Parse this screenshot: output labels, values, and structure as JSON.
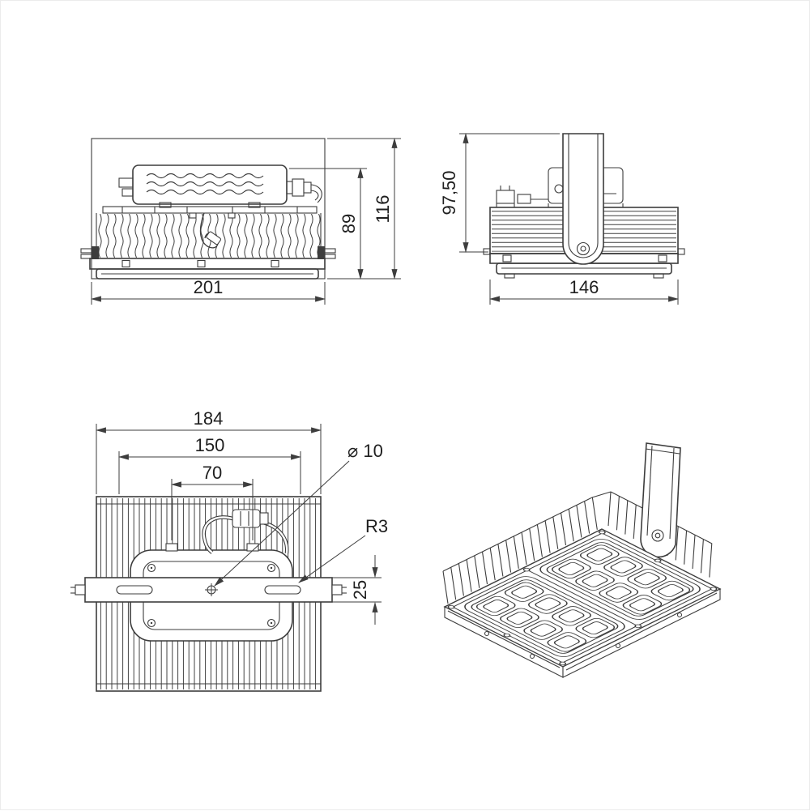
{
  "sheet": {
    "background": "#ffffff",
    "line_color": "#3d3d3d",
    "text_color": "#1f1f1f"
  },
  "views": {
    "front": {
      "dim_width": "201",
      "dim_height_inner": "89",
      "dim_height_overall": "116"
    },
    "side": {
      "dim_height": "97,50",
      "dim_width": "146"
    },
    "plan": {
      "dim_overall_width": "184",
      "dim_mount_spacing": "150",
      "dim_tab_spacing": "70",
      "dim_hole_diameter": "⌀ 10",
      "dim_slot_radius": "R3",
      "dim_bracket_width": "25"
    }
  }
}
